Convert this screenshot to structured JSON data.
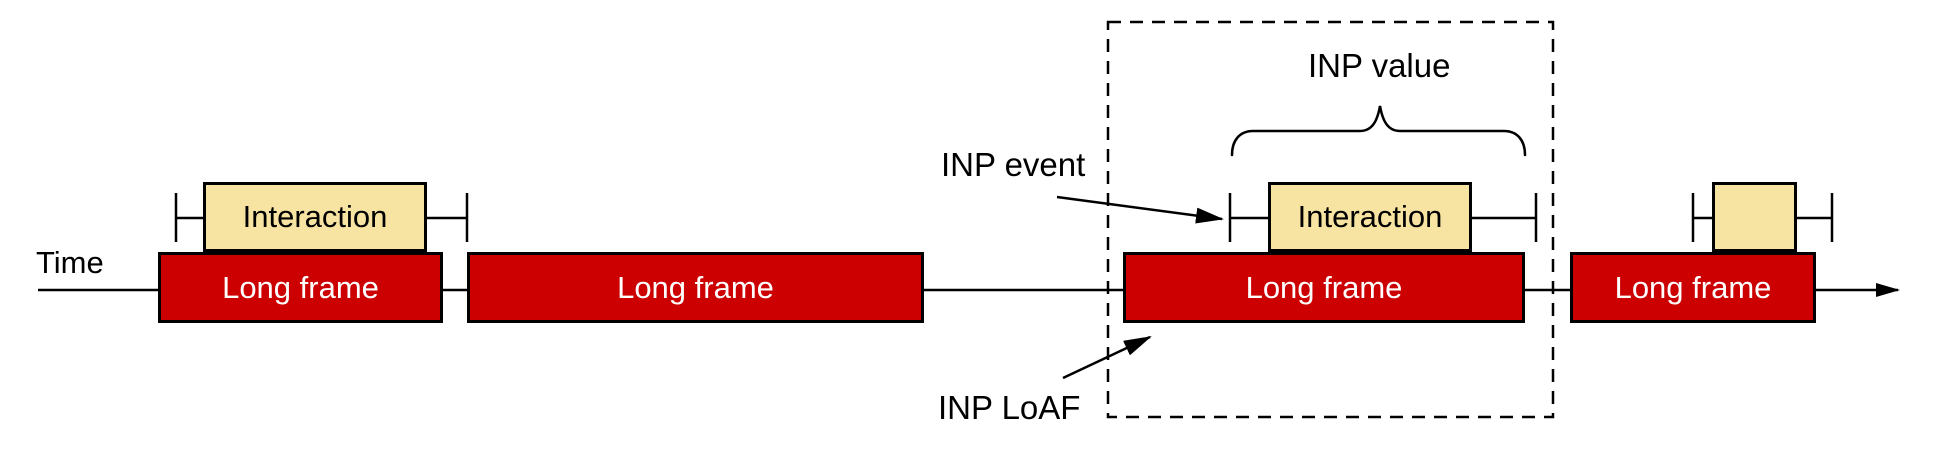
{
  "diagram": {
    "axis_label": "Time",
    "long_frames": [
      {
        "label": "Long frame"
      },
      {
        "label": "Long frame"
      },
      {
        "label": "Long frame"
      },
      {
        "label": "Long frame"
      }
    ],
    "interactions": [
      {
        "label": "Interaction"
      },
      {
        "label": "Interaction"
      },
      {
        "label": ""
      }
    ],
    "annotations": {
      "inp_event": "INP event",
      "inp_value": "INP value",
      "inp_loaf": "INP LoAF"
    },
    "colors": {
      "canvas_bg": "#ffffff",
      "long_frame_fill": "#cc0000",
      "long_frame_text": "#ffffff",
      "interaction_fill": "#f7e3a2",
      "interaction_text": "#000000",
      "stroke": "#000000"
    }
  }
}
